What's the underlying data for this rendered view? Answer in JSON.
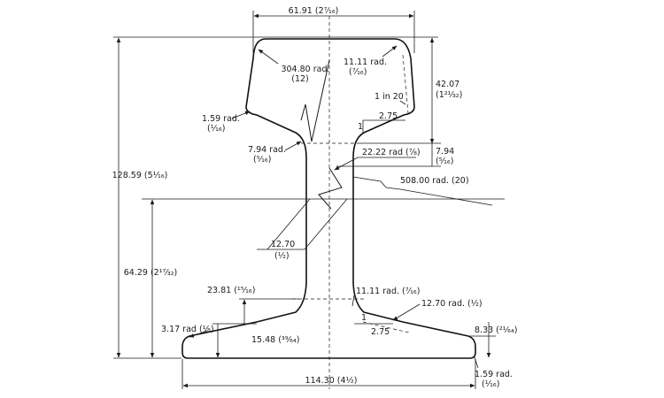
{
  "labels": {
    "head_width": "61.91 (2⁷⁄₁₆)",
    "total_height": "128.59 (5¹⁄₁₆)",
    "base_height": "64.29 (2¹⁷⁄₃₂)",
    "head_depth_a": "42.07",
    "head_depth_b": "(1²¹⁄₃₂)",
    "crown_rad_a": "304.80 rad.",
    "crown_rad_b": "(12)",
    "corner_rad_a": "11.11 rad.",
    "corner_rad_b": "(⁷⁄₁₆)",
    "slope_head": "1 in 20",
    "offset_head": "2.75",
    "head_edge_rad_a": "1.59 rad.",
    "head_edge_rad_b": "(¹⁄₁₆)",
    "fillet_rad_a": "7.94 rad.",
    "fillet_rad_b": "(⁵⁄₁₆)",
    "web_rad": "22.22 rad (⁷⁄₈)",
    "web_gap_a": "7.94",
    "web_gap_b": "(⁵⁄₁₆)",
    "web_side_rad": "508.00 rad. (20)",
    "web_thick_a": "12.70",
    "web_thick_b": "(¹⁄₂)",
    "foot_rise": "23.81 (¹⁵⁄₁₆)",
    "foot_corner_rad": "11.11 rad. (⁷⁄₁₆)",
    "foot_fillet_rad": "12.70 rad. (¹⁄₂)",
    "toe_rad": "3.17 rad (¹⁄₈)",
    "foot_depth": "15.48 (³⁹⁄₆₄)",
    "offset_foot": "2.75",
    "foot_slope_mark": "1",
    "head_slope_mark": "1",
    "toe_height": "8.33 (²¹⁄₆₄)",
    "base_edge_rad_a": "1.59 rad.",
    "base_edge_rad_b": "(¹⁄₁₆)",
    "base_width": "114.30 (4¹⁄₂)"
  }
}
